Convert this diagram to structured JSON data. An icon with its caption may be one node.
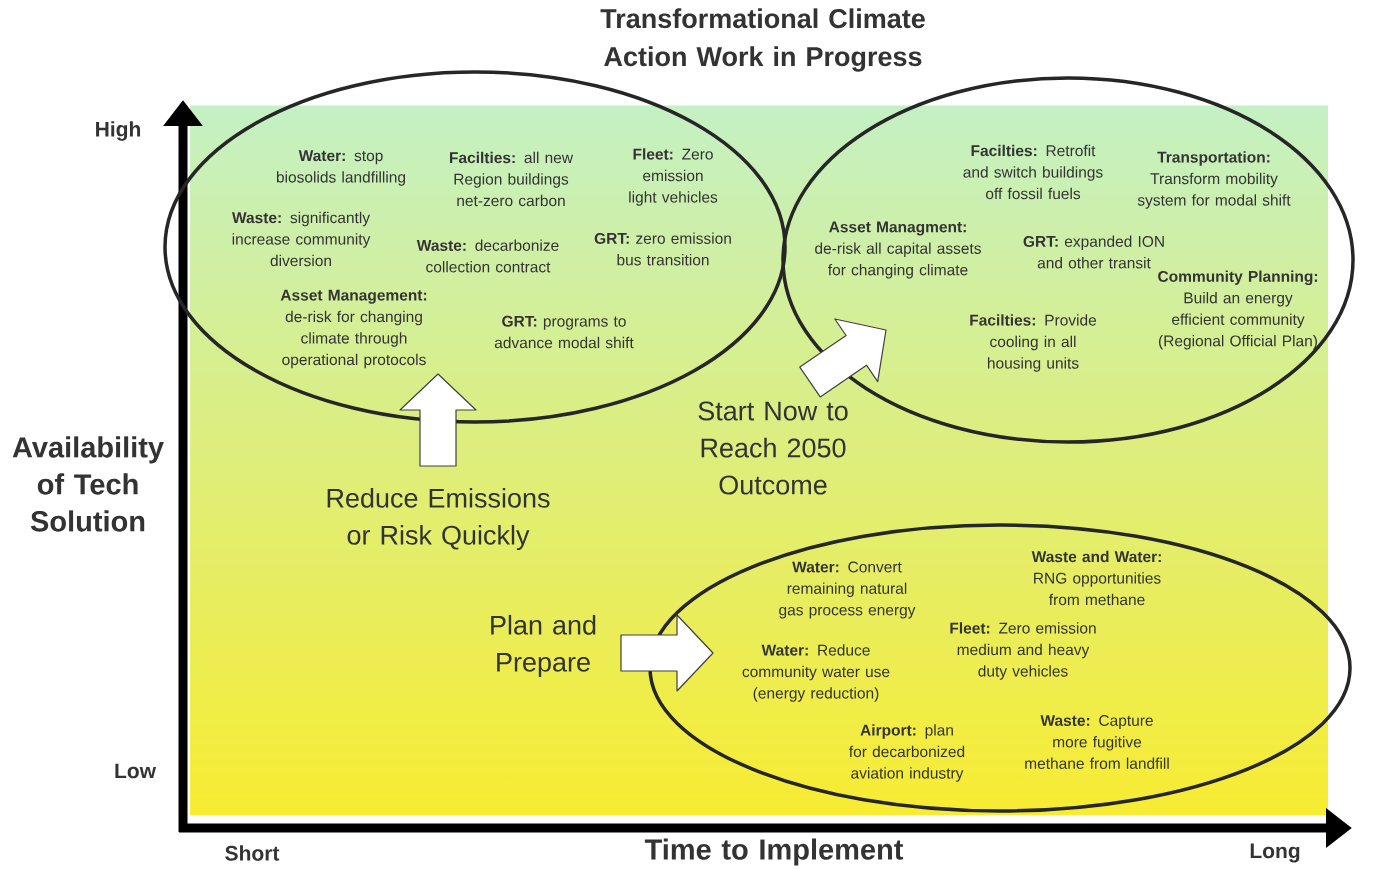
{
  "diagram": {
    "title": "Transformational Climate Action Work in Progress",
    "nodes": [
      {
        "text": [],
        "shape": "ellipse"
      },
      {
        "text": [
          "**Water:** stop biosolids landfilling"
        ],
        "in": 0
      },
      {
        "text": [
          "**Facilties:** all new Region buildings net-zero carbon"
        ],
        "in": 0
      },
      {
        "text": [
          "**Fleet:** Zero emission light vehicles"
        ],
        "in": 0
      },
      {
        "text": [
          "**Waste:** significantly increase community diversion"
        ],
        "in": 0
      },
      {
        "text": [
          "**Waste:** decarbonize collection contract"
        ],
        "in": 0
      },
      {
        "text": [
          "**GRT:** zero emission bus transition"
        ],
        "in": 0
      },
      {
        "text": [
          "**Asset Management:** de-risk for changing climate through operational protocols"
        ],
        "in": 0
      },
      {
        "text": [
          "**GRT:** programs to advance modal shift"
        ],
        "in": 0
      },
      {
        "text": [],
        "shape": "ellipse"
      },
      {
        "text": [
          "**Facilties:** Retrofit and switch buildings off fossil fuels"
        ],
        "in": 9
      },
      {
        "text": [
          "**Transportation:** Transform mobility system for modal shift"
        ],
        "in": 9
      },
      {
        "text": [
          "**Asset Managment:** de-risk all capital assets for changing climate"
        ],
        "in": 9
      },
      {
        "text": [
          "**GRT:** expanded ION and other transit"
        ],
        "in": 9
      },
      {
        "text": [
          "**Community Planning:** Build an energy efficient community (Regional Official Plan)"
        ],
        "in": 9
      },
      {
        "text": [
          "**Facilties:** Provide cooling in all housing units"
        ],
        "in": 9
      },
      {
        "text": [],
        "shape": "ellipse"
      },
      {
        "text": [
          "**Water:** Convert remaining natural gas process energy"
        ],
        "in": 16
      },
      {
        "text": [
          "**Waste and Water:** RNG opportunities from methane"
        ],
        "in": 16
      },
      {
        "text": [
          "**Water:** Reduce community water use (energy reduction)"
        ],
        "in": 16
      },
      {
        "text": [
          "**Fleet:** Zero emission medium and heavy duty vehicles"
        ],
        "in": 16
      },
      {
        "text": [
          "**Airport:** plan for decarbonized aviation industry"
        ],
        "in": 16
      },
      {
        "text": [
          "**Waste:** Capture more fugitive methane from landfill"
        ],
        "in": 16
      },
      {
        "text": [
          "Reduce Emissions or Risk Quickly"
        ]
      },
      {
        "text": [
          "Start Now to Reach 2050 Outcome"
        ]
      },
      {
        "text": [
          "Plan and Prepare"
        ]
      }
    ],
    "edges": [
      {
        "from": 23,
        "to": 0,
        "arrow": "to"
      },
      {
        "from": 24,
        "to": 9,
        "arrow": "to"
      },
      {
        "from": 25,
        "to": 16,
        "arrow": "to"
      }
    ],
    "labels": [
      "High",
      "Low",
      "Availability of Tech Solution",
      "Short",
      "Time to Implement",
      "Long"
    ]
  }
}
